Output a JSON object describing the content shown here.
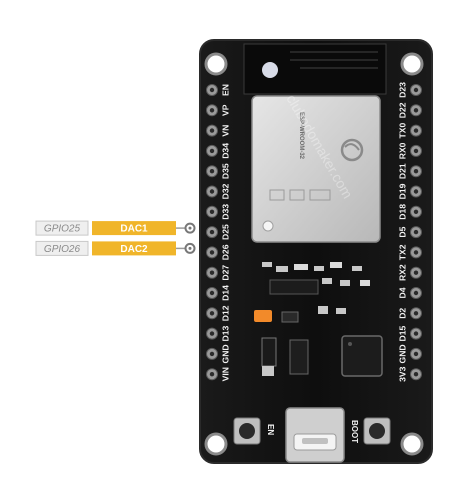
{
  "board": {
    "left_pins": [
      "EN",
      "VP",
      "VN",
      "D34",
      "D35",
      "D32",
      "D33",
      "D25",
      "D26",
      "D27",
      "D14",
      "D12",
      "D13",
      "GND",
      "VIN"
    ],
    "right_pins": [
      "D23",
      "D22",
      "TX0",
      "RX0",
      "D21",
      "D19",
      "D18",
      "D5",
      "TX2",
      "RX2",
      "D4",
      "D2",
      "D15",
      "GND",
      "3V3"
    ],
    "module_marking": "ESP-WROOM-32",
    "en_button_label": "EN",
    "boot_button_label": "BOOT",
    "watermark": "clubedomaker.com",
    "colors": {
      "pcb": "#121212",
      "pcb_edge": "#2a2a2a",
      "pad": "#9a9a9a",
      "module_shield": "#d6d6d6",
      "callout_gpio_fill": "#efefef",
      "callout_dac_fill": "#f0b52a",
      "orange_led": "#f28a2a"
    }
  },
  "callouts": [
    {
      "gpio": "GPIO25",
      "dac": "DAC1"
    },
    {
      "gpio": "GPIO26",
      "dac": "DAC2"
    }
  ]
}
